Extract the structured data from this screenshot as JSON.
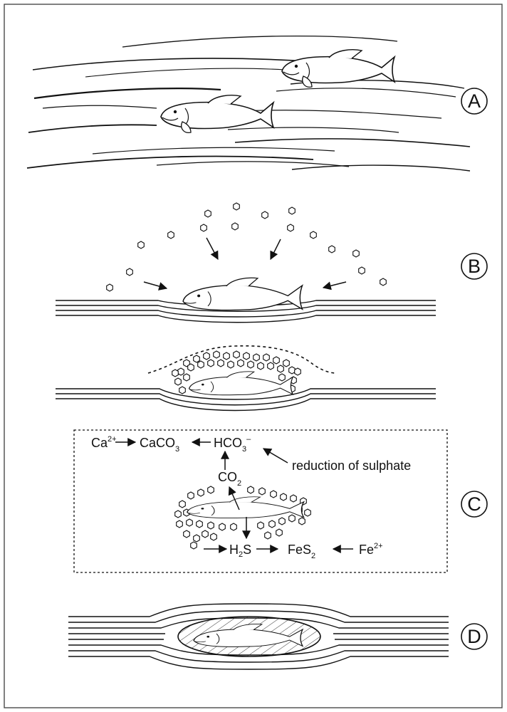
{
  "panels": [
    {
      "letter": "A",
      "scene": "fish-swimming"
    },
    {
      "letter": "B",
      "scene": "fish-settling-on-sediment"
    },
    {
      "letter": "C",
      "scene": "fish-decay-chemistry"
    },
    {
      "letter": "D",
      "scene": "fish-fossilised-in-concretion"
    }
  ],
  "reactions": {
    "ca": {
      "base": "Ca",
      "sup": "2+"
    },
    "caco3": {
      "base": "CaCO",
      "sub": "3"
    },
    "hco3": {
      "base": "HCO",
      "sub": "3",
      "sup": "–"
    },
    "sulphate": "reduction of sulphate",
    "co2": {
      "base": "CO",
      "sub": "2"
    },
    "h2s": {
      "a": "H",
      "sub": "2",
      "b": "S"
    },
    "fes2": {
      "base": "FeS",
      "sub": "2"
    },
    "fe": {
      "base": "Fe",
      "sup": "2+"
    }
  },
  "colors": {
    "ink": "#111111",
    "frame": "#4a4a4a",
    "background": "#ffffff"
  }
}
